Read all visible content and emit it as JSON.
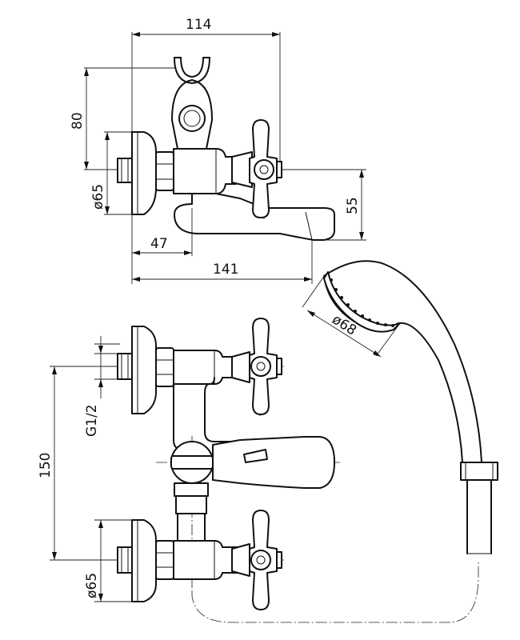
{
  "dimensions": {
    "top_width": "114",
    "top_height": "80",
    "top_diameter": "ø65",
    "spout_height": "55",
    "spout_offset": "47",
    "overall_length": "141",
    "shower_head_diameter": "ø68",
    "thread_size": "G1/2",
    "center_distance": "150",
    "bottom_diameter": "ø65"
  }
}
